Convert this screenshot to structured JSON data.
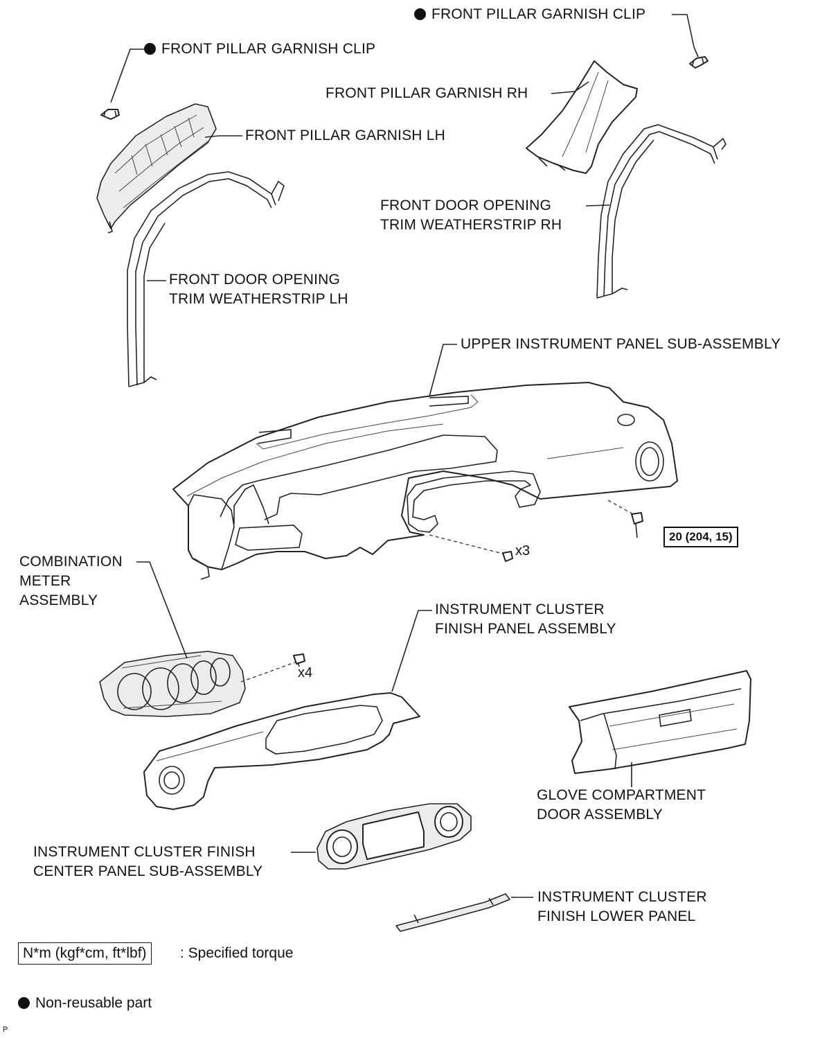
{
  "labels": {
    "clip_rh": "FRONT PILLAR GARNISH CLIP",
    "clip_lh": "FRONT PILLAR GARNISH CLIP",
    "garnish_rh": "FRONT PILLAR GARNISH RH",
    "garnish_lh": "FRONT PILLAR GARNISH LH",
    "weather_rh_1": "FRONT DOOR OPENING",
    "weather_rh_2": "TRIM WEATHERSTRIP RH",
    "weather_lh_1": "FRONT DOOR OPENING",
    "weather_lh_2": "TRIM WEATHERSTRIP LH",
    "upper_panel": "UPPER INSTRUMENT PANEL SUB-ASSEMBLY",
    "meter_1": "COMBINATION",
    "meter_2": "METER",
    "meter_3": "ASSEMBLY",
    "cluster_1": "INSTRUMENT CLUSTER",
    "cluster_2": "FINISH PANEL ASSEMBLY",
    "glove_1": "GLOVE COMPARTMENT",
    "glove_2": "DOOR ASSEMBLY",
    "center_1": "INSTRUMENT CLUSTER FINISH",
    "center_2": "CENTER PANEL SUB-ASSEMBLY",
    "lower_1": "INSTRUMENT CLUSTER",
    "lower_2": "FINISH LOWER PANEL"
  },
  "torque": "20 (204, 15)",
  "quantities": {
    "upper_screws": "x3",
    "meter_screws": "x4"
  },
  "legend": {
    "torque_unit": "N*m (kgf*cm, ft*lbf)",
    "torque_text": ": Specified torque",
    "nonreusable_text": "Non-reusable part"
  },
  "corner_mark": "P",
  "colors": {
    "line": "#222222",
    "background": "#ffffff"
  },
  "icons": {
    "nonreusable_marker": "filled-circle-icon"
  }
}
